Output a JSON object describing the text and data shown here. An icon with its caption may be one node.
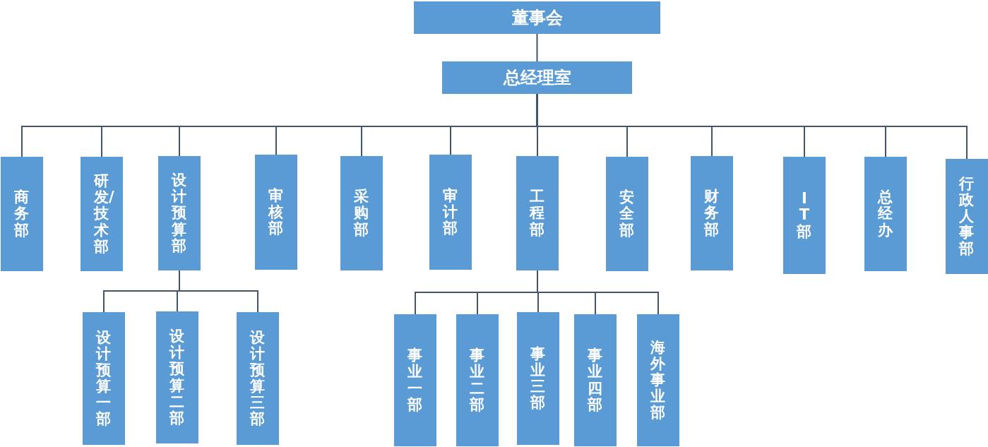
{
  "diagram": {
    "nodes": [
      {
        "text": [
          "董事会"
        ]
      },
      {
        "text": [
          "总经理室"
        ]
      },
      {
        "text": [
          "商务部"
        ]
      },
      {
        "text": [
          "研发/技术部"
        ]
      },
      {
        "text": [
          "设计预算部"
        ]
      },
      {
        "text": [
          "审核部"
        ]
      },
      {
        "text": [
          "采购部"
        ]
      },
      {
        "text": [
          "审计部"
        ]
      },
      {
        "text": [
          "工程部"
        ]
      },
      {
        "text": [
          "安全部"
        ]
      },
      {
        "text": [
          "财务部"
        ]
      },
      {
        "text": [
          "IT部"
        ]
      },
      {
        "text": [
          "总经办"
        ]
      },
      {
        "text": [
          "行政人事部"
        ]
      },
      {
        "text": [
          "设计预算一部"
        ]
      },
      {
        "text": [
          "设计预算二部"
        ]
      },
      {
        "text": [
          "设计预算三部"
        ]
      },
      {
        "text": [
          "事业一部"
        ]
      },
      {
        "text": [
          "事业二部"
        ]
      },
      {
        "text": [
          "事业三部"
        ]
      },
      {
        "text": [
          "事业四部"
        ]
      },
      {
        "text": [
          "海外事业部"
        ]
      }
    ],
    "edges": [
      {
        "from": 0,
        "to": 1,
        "arrow": "none"
      },
      {
        "from": 1,
        "to": 2,
        "arrow": "none"
      },
      {
        "from": 1,
        "to": 3,
        "arrow": "none"
      },
      {
        "from": 1,
        "to": 4,
        "arrow": "none"
      },
      {
        "from": 1,
        "to": 5,
        "arrow": "none"
      },
      {
        "from": 1,
        "to": 6,
        "arrow": "none"
      },
      {
        "from": 1,
        "to": 7,
        "arrow": "none"
      },
      {
        "from": 1,
        "to": 8,
        "arrow": "none"
      },
      {
        "from": 1,
        "to": 9,
        "arrow": "none"
      },
      {
        "from": 1,
        "to": 10,
        "arrow": "none"
      },
      {
        "from": 1,
        "to": 11,
        "arrow": "none"
      },
      {
        "from": 1,
        "to": 12,
        "arrow": "none"
      },
      {
        "from": 1,
        "to": 13,
        "arrow": "none"
      },
      {
        "from": 4,
        "to": 14,
        "arrow": "none"
      },
      {
        "from": 4,
        "to": 15,
        "arrow": "none"
      },
      {
        "from": 4,
        "to": 16,
        "arrow": "none"
      },
      {
        "from": 8,
        "to": 17,
        "arrow": "none"
      },
      {
        "from": 8,
        "to": 18,
        "arrow": "none"
      },
      {
        "from": 8,
        "to": 19,
        "arrow": "none"
      },
      {
        "from": 8,
        "to": 20,
        "arrow": "none"
      },
      {
        "from": 8,
        "to": 21,
        "arrow": "none"
      }
    ]
  }
}
